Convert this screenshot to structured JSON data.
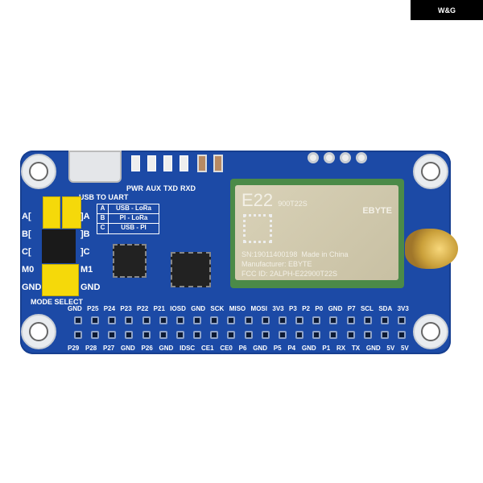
{
  "logo": {
    "text": "W&G"
  },
  "board": {
    "leds": [
      "PWR",
      "AUX",
      "TXD",
      "RXD"
    ],
    "usb_label": "USB TO UART",
    "jumpers_left": [
      "A[",
      "B[",
      "C[",
      "M0",
      "GND"
    ],
    "jumpers_right": [
      "]A",
      "]B",
      "]C",
      "M1",
      "GND"
    ],
    "mode_table": [
      {
        "k": "A",
        "v": "USB - LoRa"
      },
      {
        "k": "B",
        "v": "PI - LoRa"
      },
      {
        "k": "C",
        "v": "USB - PI"
      }
    ],
    "mode_select": "MODE SELECT",
    "pins_top": [
      "GND",
      "P25",
      "P24",
      "P23",
      "P22",
      "P21",
      "IOSD",
      "GND",
      "SCK",
      "MISO",
      "MOSI",
      "3V3",
      "P3",
      "P2",
      "P0",
      "GND",
      "P7",
      "SCL",
      "SDA",
      "3V3"
    ],
    "pins_bottom": [
      "P29",
      "P28",
      "P27",
      "GND",
      "P26",
      "GND",
      "IDSC",
      "CE1",
      "CE0",
      "P6",
      "GND",
      "P5",
      "P4",
      "GND",
      "P1",
      "RX",
      "TX",
      "GND",
      "5V",
      "5V"
    ]
  },
  "module": {
    "model": "E22",
    "sub": "900T22S",
    "brand": "EBYTE",
    "sn": "SN:19011400198",
    "origin": "Made in China",
    "manufacturer": "Manufacturer: EBYTE",
    "fcc": "FCC ID: 2ALPH-E22900T22S"
  }
}
